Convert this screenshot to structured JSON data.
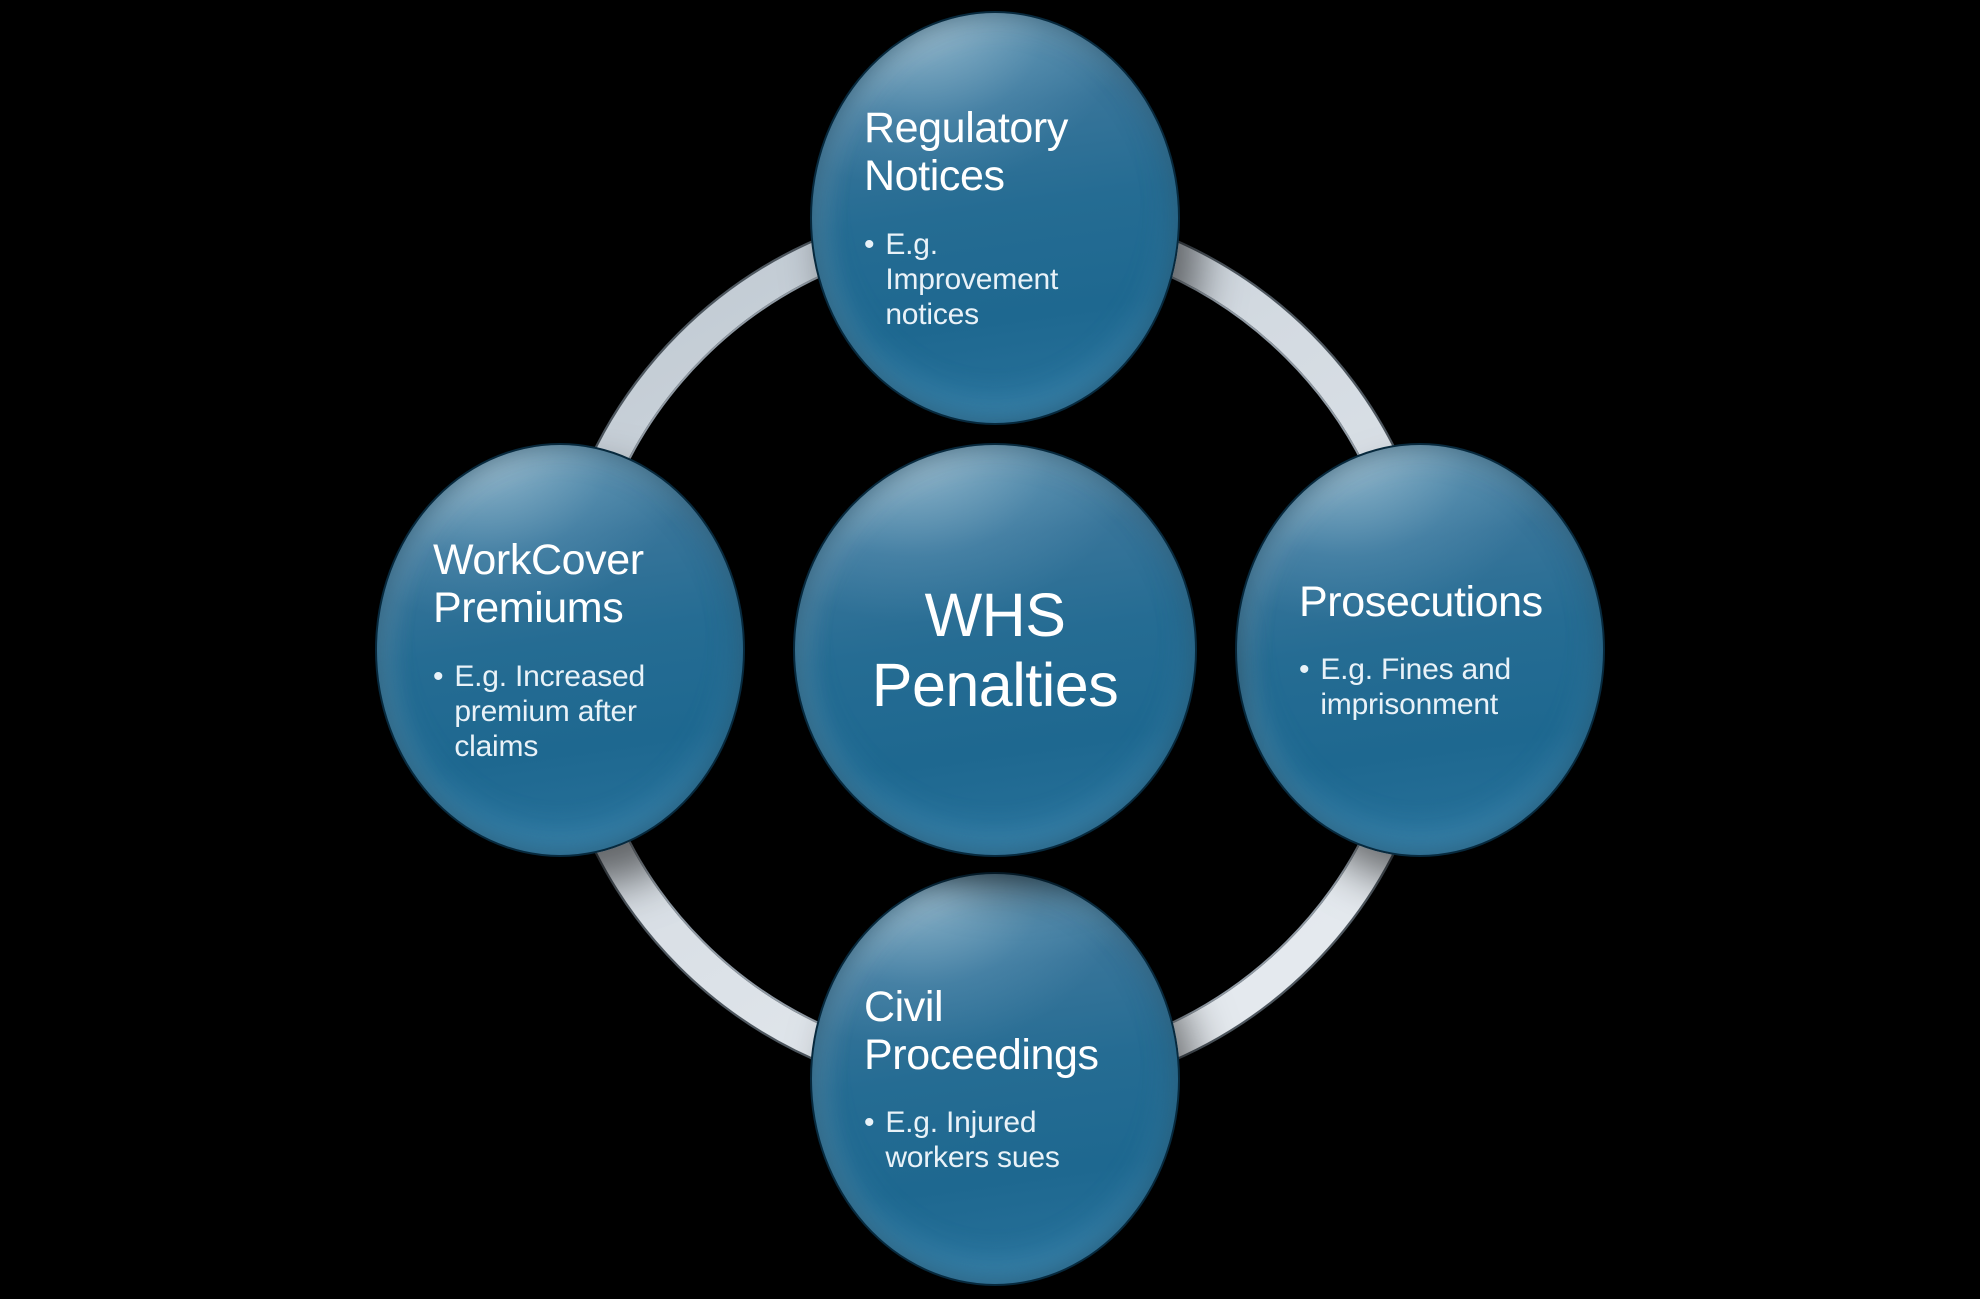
{
  "diagram": {
    "type": "cycle-radial",
    "background_color": "#000000",
    "bullet_glyph": "•",
    "center": {
      "label": "WHS Penalties",
      "lines": [
        "WHS",
        "Penalties"
      ]
    },
    "nodes": [
      {
        "position": "top",
        "title": "Regulatory Notices",
        "bullet": "E.g. Improvement notices"
      },
      {
        "position": "right",
        "title": "Prosecutions",
        "bullet": "E.g. Fines and imprisonment"
      },
      {
        "position": "bottom",
        "title": "Civil Proceedings",
        "bullet": "E.g. Injured workers sues"
      },
      {
        "position": "left",
        "title": "WorkCover Premiums",
        "bullet": "E.g. Increased premium after claims"
      }
    ],
    "colors": {
      "node_fill_main": "#226990",
      "node_fill_highlight": "#5f93af",
      "node_rim_glow": "#7cc2e4",
      "node_edge": "#07293d",
      "ring_body": "#ccd5dd",
      "ring_body_light": "#e2e7ec",
      "ring_edge_dark": "#4e575f",
      "ring_edge_inner": "#8f99a3",
      "title_text": "#ffffff",
      "bullet_text": "#e9f2f8"
    }
  }
}
